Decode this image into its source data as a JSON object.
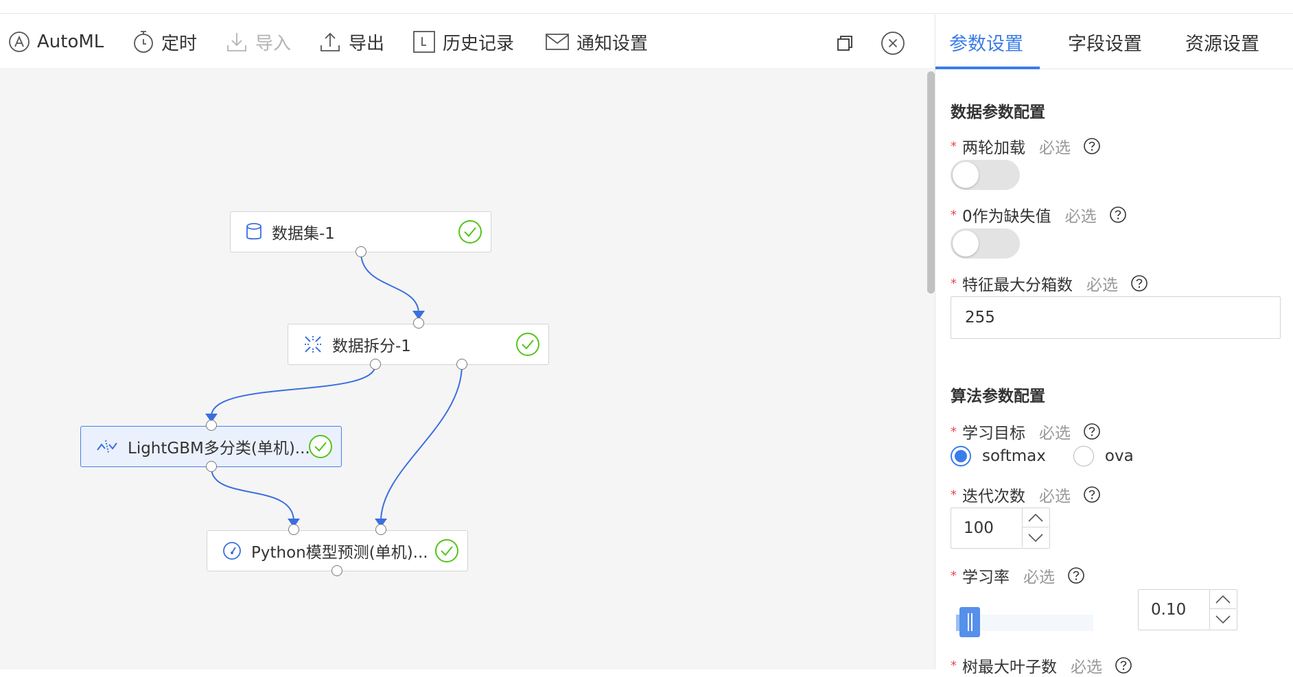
{
  "toolbar": {
    "automl": "AutoML",
    "timer": "定时",
    "import": "导入",
    "export": "导出",
    "history": "历史记录",
    "notify": "通知设置"
  },
  "canvas": {
    "nodes": [
      {
        "label": "数据集-1",
        "status": "success"
      },
      {
        "label": "数据拆分-1",
        "status": "success"
      },
      {
        "label": "LightGBM多分类(单机)...",
        "status": "success"
      },
      {
        "label": "Python模型预测(单机)...",
        "status": "success"
      }
    ]
  },
  "panel": {
    "tabs": [
      "参数设置",
      "字段设置",
      "资源设置"
    ],
    "active_tab": 0,
    "data_section": "数据参数配置",
    "algo_section": "算法参数配置",
    "required_text": "必选",
    "fields": {
      "two_round": {
        "label": "两轮加载",
        "value": false
      },
      "zero_missing": {
        "label": "0作为缺失值",
        "value": false
      },
      "max_bin": {
        "label": "特征最大分箱数",
        "value": "255"
      },
      "objective": {
        "label": "学习目标",
        "options": [
          "softmax",
          "ova"
        ],
        "selected": "softmax"
      },
      "iterations": {
        "label": "迭代次数",
        "value": "100"
      },
      "learning_rate": {
        "label": "学习率",
        "value": "0.10",
        "slider_fraction": 0.1
      },
      "max_leaves": {
        "label": "树最大叶子数"
      }
    }
  },
  "colors": {
    "accent": "#3b7de8",
    "success": "#52c41a",
    "required": "#e84a4a"
  }
}
